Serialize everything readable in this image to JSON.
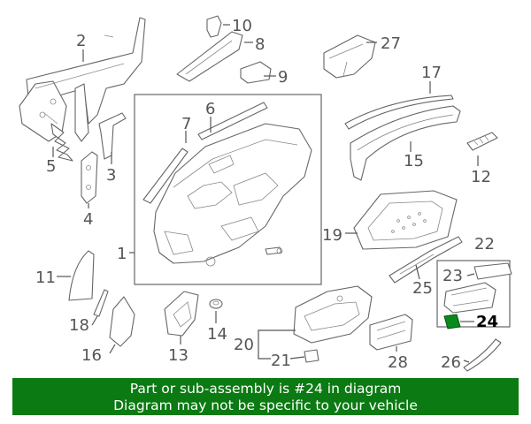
{
  "callouts": {
    "c1": "1",
    "c2": "2",
    "c3": "3",
    "c4": "4",
    "c5": "5",
    "c6": "6",
    "c7": "7",
    "c8": "8",
    "c9": "9",
    "c10": "10",
    "c11": "11",
    "c12": "12",
    "c13": "13",
    "c14": "14",
    "c15": "15",
    "c16": "16",
    "c17": "17",
    "c18": "18",
    "c19": "19",
    "c20": "20",
    "c21": "21",
    "c22": "22",
    "c23": "23",
    "c24": "24",
    "c25": "25",
    "c26": "26",
    "c27": "27",
    "c28": "28"
  },
  "highlighted_part": "24",
  "banner": {
    "line1": "Part or sub-assembly is #24 in diagram",
    "line2": "Diagram may not be specific to your vehicle"
  },
  "colors": {
    "banner_bg": "#0b7a12",
    "banner_text": "#ffffff",
    "highlight": "#0a8a1a"
  }
}
